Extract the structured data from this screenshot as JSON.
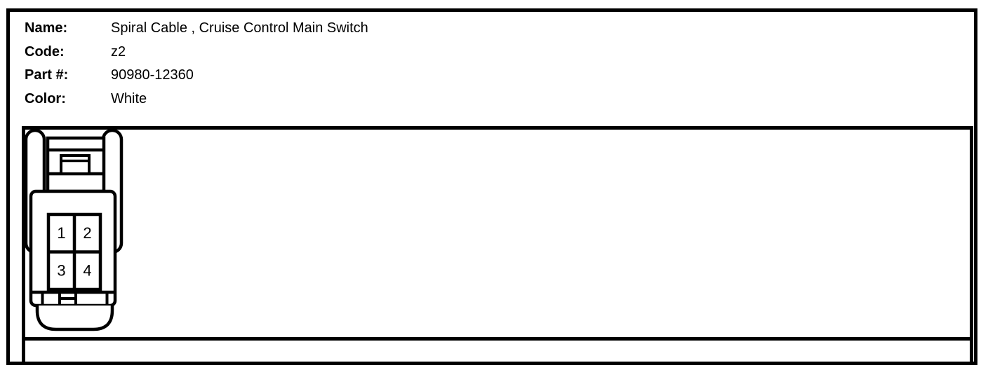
{
  "page": {
    "background": "#ffffff",
    "line_color": "#000000"
  },
  "header": {
    "fields": [
      {
        "label": "Name:",
        "value": "Spiral Cable , Cruise Control Main Switch"
      },
      {
        "label": "Code:",
        "value": "z2"
      },
      {
        "label": "Part #:",
        "value": "90980-12360"
      },
      {
        "label": "Color:",
        "value": "White"
      }
    ]
  },
  "connector": {
    "description": "4-pin connector front view, 2x2 pin grid",
    "pins": [
      "1",
      "2",
      "3",
      "4"
    ]
  },
  "table": {
    "row_count": 2,
    "row2_content": ""
  }
}
